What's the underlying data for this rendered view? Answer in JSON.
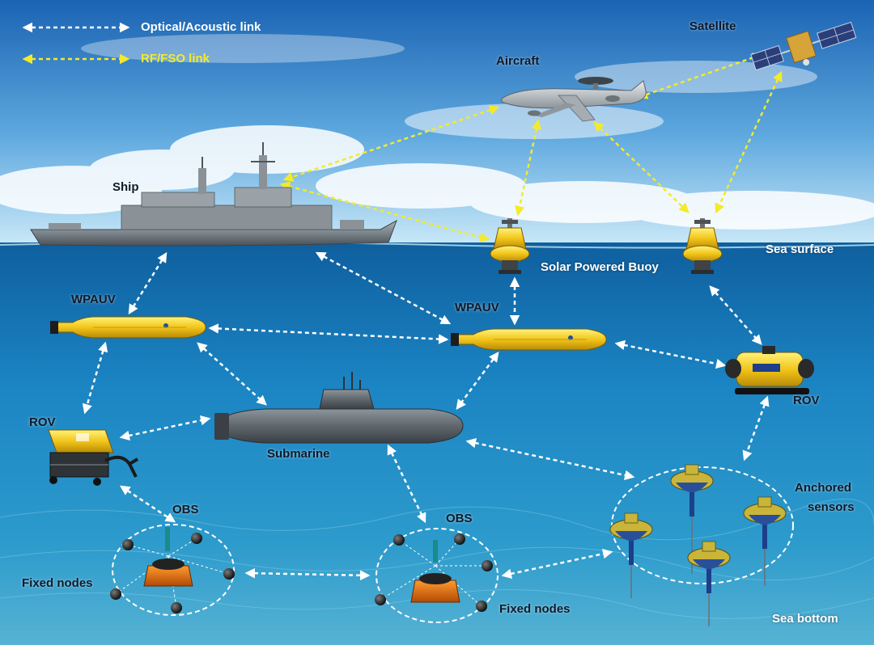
{
  "legend": {
    "acoustic_label": "Optical/Acoustic link",
    "rf_label": "RF/FSO link",
    "acoustic_color": "#ffffff",
    "rf_color": "#f3ea2c"
  },
  "labels": {
    "satellite": "Satellite",
    "aircraft": "Aircraft",
    "ship": "Ship",
    "sea_surface": "Sea surface",
    "buoy": "Solar Powered Buoy",
    "wpauv_left": "WPAUV",
    "wpauv_right": "WPAUV",
    "rov_right": "ROV",
    "rov_left": "ROV",
    "submarine": "Submarine",
    "obs_left": "OBS",
    "obs_right": "OBS",
    "anchored_line1": "Anchored",
    "anchored_line2": "sensors",
    "fixed_nodes_left": "Fixed nodes",
    "fixed_nodes_right": "Fixed nodes",
    "sea_bottom": "Sea bottom"
  },
  "colors": {
    "sky_top": "#1f6fbf",
    "sky_bottom": "#bfe3f7",
    "water_top": "#1c7bc0",
    "water_bottom": "#3aa3cf",
    "vehicle_yellow": "#f2c81c",
    "hull_gray": "#7d868d"
  }
}
